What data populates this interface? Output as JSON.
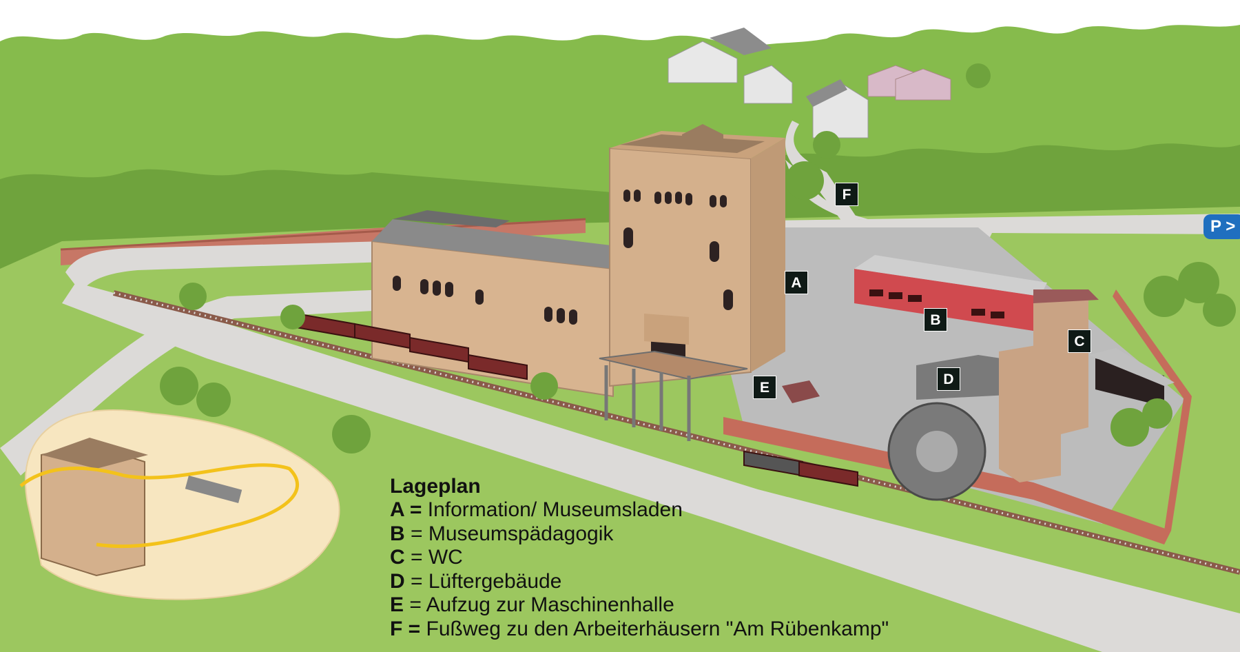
{
  "legend": {
    "title": "Lageplan",
    "items": [
      {
        "key": "A =",
        "text": " Information/ Museumsladen"
      },
      {
        "key": "B",
        "text": " = Museumspädagogik"
      },
      {
        "key": "C",
        "text": " = WC"
      },
      {
        "key": "D",
        "text": " = Lüftergebäude"
      },
      {
        "key": "E",
        "text": " = Aufzug zur Maschinenhalle"
      },
      {
        "key": "F =",
        "text": " Fußweg zu den Arbeiterhäusern \"Am Rübenkamp\""
      }
    ]
  },
  "markers": {
    "a": "A",
    "b": "B",
    "c": "C",
    "d": "D",
    "e": "E",
    "f": "F"
  },
  "parking_label": "P >",
  "colors": {
    "grass": "#9cc75f",
    "forest": "#7fb24a",
    "path": "#dcdad8",
    "brick": "#c9836c",
    "sandstone": "#d8b490",
    "roof_grey": "#7c7c7c",
    "marker": "#0f1a16",
    "parking": "#1f6fbf"
  }
}
